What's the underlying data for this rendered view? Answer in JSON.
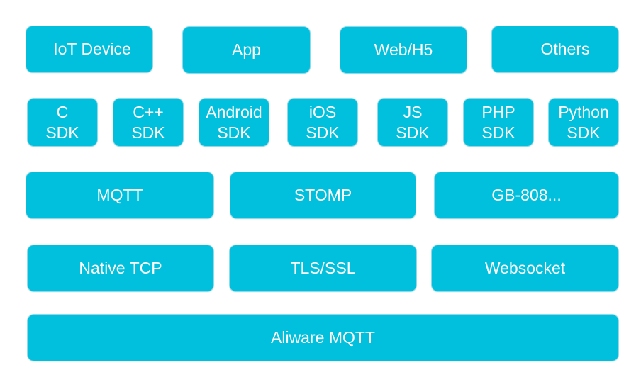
{
  "colors": {
    "box_fill": "#00c0dd",
    "box_border": "#8fd9e8",
    "text": "#ffffff",
    "background": "#ffffff"
  },
  "clients": {
    "iot_device": "IoT Device",
    "app": "App",
    "web_h5": "Web/H5",
    "others": "Others"
  },
  "sdks": [
    {
      "line1": "C",
      "line2": "SDK"
    },
    {
      "line1": "C++",
      "line2": "SDK"
    },
    {
      "line1": "Android",
      "line2": "SDK"
    },
    {
      "line1": "iOS",
      "line2": "SDK"
    },
    {
      "line1": "JS",
      "line2": "SDK"
    },
    {
      "line1": "PHP",
      "line2": "SDK"
    },
    {
      "line1": "Python",
      "line2": "SDK"
    }
  ],
  "protocols": {
    "mqtt": "MQTT",
    "stomp": "STOMP",
    "gb808": "GB-808..."
  },
  "transports": {
    "native_tcp": "Native TCP",
    "tls_ssl": "TLS/SSL",
    "websocket": "Websocket"
  },
  "base": {
    "aliware_mqtt": "Aliware MQTT"
  }
}
